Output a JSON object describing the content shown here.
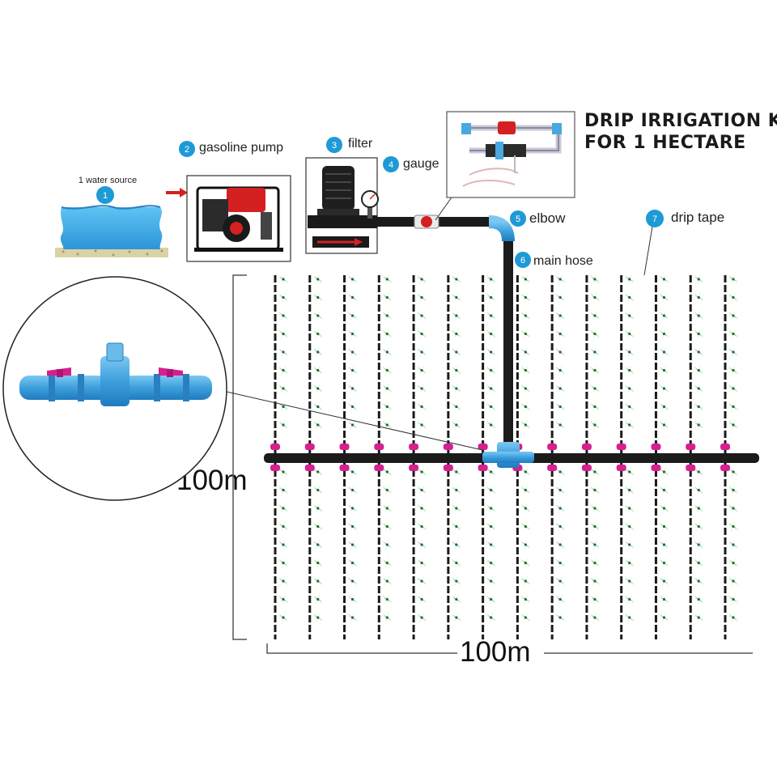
{
  "title": {
    "line1": "DRIP IRRIGATION KIT",
    "line2": "FOR 1 HECTARE"
  },
  "components": [
    {
      "number": "1",
      "label": "1 water source"
    },
    {
      "number": "2",
      "label": "gasoline pump"
    },
    {
      "number": "3",
      "label": "filter"
    },
    {
      "number": "4",
      "label": "gauge"
    },
    {
      "number": "5",
      "label": "elbow"
    },
    {
      "number": "6",
      "label": "main hose"
    },
    {
      "number": "7",
      "label": "drip tape"
    }
  ],
  "dimensions": {
    "height_label": "100m",
    "width_label": "100m"
  },
  "field": {
    "rows": 14,
    "plants_per_side": 9
  },
  "colors": {
    "badge": "#1e9ad6",
    "pipe": "#1b1b1b",
    "fitting": "#3fa0dc",
    "connector": "#d6208f",
    "plant": "#2e9a3c",
    "water": "#4db0e8",
    "pump_red": "#d42020"
  },
  "icons": [
    "water-tank-icon",
    "gasoline-pump-icon",
    "disc-filter-icon",
    "pressure-gauge-icon",
    "valve-icon",
    "plant-icon",
    "tee-connector-icon"
  ]
}
